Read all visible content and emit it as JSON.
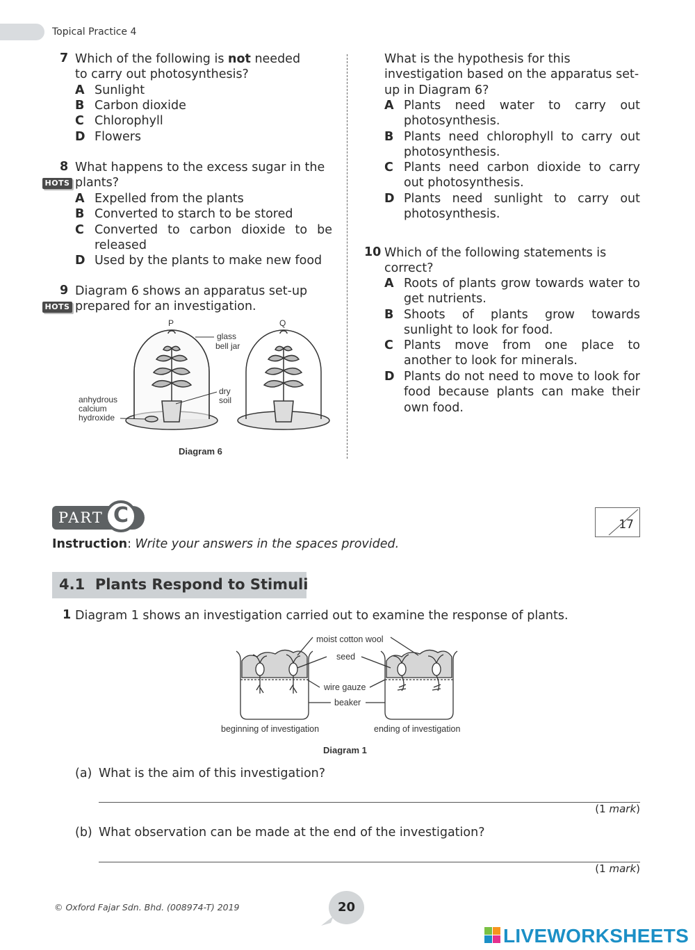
{
  "header": {
    "title": "Topical Practice 4"
  },
  "left_column": {
    "q7": {
      "number": "7",
      "text_before": "Which of the following is ",
      "text_bold": "not",
      "text_after": " needed to carry out photosynthesis?",
      "options": [
        {
          "letter": "A",
          "text": "Sunlight"
        },
        {
          "letter": "B",
          "text": "Carbon dioxide"
        },
        {
          "letter": "C",
          "text": "Chlorophyll"
        },
        {
          "letter": "D",
          "text": "Flowers"
        }
      ]
    },
    "q8": {
      "number": "8",
      "badge": "HOTS",
      "text": "What happens to the excess sugar in the plants?",
      "options": [
        {
          "letter": "A",
          "text": "Expelled from the plants"
        },
        {
          "letter": "B",
          "text": "Converted to starch to be stored"
        },
        {
          "letter": "C",
          "text": "Converted to carbon dioxide to be released"
        },
        {
          "letter": "D",
          "text": "Used by the plants to make new food"
        }
      ]
    },
    "q9": {
      "number": "9",
      "badge": "HOTS",
      "text": "Diagram 6 shows an apparatus set-up prepared for an investigation.",
      "diagram": {
        "label_p": "P",
        "label_q": "Q",
        "glass_bell_jar": [
          "glass",
          "bell jar"
        ],
        "dry_soil": [
          "dry",
          "soil"
        ],
        "anhydrous": [
          "anhydrous",
          "calcium",
          "hydroxide"
        ],
        "caption": "Diagram 6"
      }
    }
  },
  "right_column": {
    "q9_cont": {
      "text": "What is the hypothesis for this investigation based on the apparatus set-up in Diagram 6?",
      "options": [
        {
          "letter": "A",
          "text": "Plants need water to carry out photosynthesis."
        },
        {
          "letter": "B",
          "text": "Plants need chlorophyll to carry out photosynthesis."
        },
        {
          "letter": "C",
          "text": "Plants need carbon dioxide to carry out photosynthesis."
        },
        {
          "letter": "D",
          "text": "Plants need sunlight to carry out photosynthesis."
        }
      ]
    },
    "q10": {
      "number": "10",
      "text": "Which of the following statements is correct?",
      "options": [
        {
          "letter": "A",
          "text": "Roots of plants grow towards water to get nutrients."
        },
        {
          "letter": "B",
          "text": "Shoots of plants grow towards sunlight to look for food."
        },
        {
          "letter": "C",
          "text": "Plants move from one place to another to look for minerals."
        },
        {
          "letter": "D",
          "text": "Plants do not need to move to look for food because plants can make their own food."
        }
      ]
    }
  },
  "part_c": {
    "label": "PART",
    "letter": "C",
    "score": "17",
    "instruction_label": "Instruction",
    "instruction_text": "Write your answers in the spaces provided."
  },
  "section": {
    "title": "4.1  Plants Respond to Stimuli"
  },
  "q1": {
    "number": "1",
    "text": "Diagram 1 shows an investigation carried out to examine the response of plants.",
    "diagram": {
      "moist_cotton_wool": "moist cotton wool",
      "seed": "seed",
      "wire_gauze": "wire gauze",
      "beaker": "beaker",
      "beginning": "beginning of investigation",
      "ending": "ending of investigation",
      "caption": "Diagram 1"
    },
    "parts": [
      {
        "label": "(a)",
        "text": "What is the aim of this investigation?",
        "mark_prefix": "(1 ",
        "mark_italic": "mark",
        "mark_suffix": ")"
      },
      {
        "label": "(b)",
        "text": "What observation can be made at the end of the investigation?",
        "mark_prefix": "(1 ",
        "mark_italic": "mark",
        "mark_suffix": ")"
      }
    ]
  },
  "footer": {
    "copyright": "© Oxford Fajar Sdn. Bhd. (008974-T) 2019",
    "page": "20",
    "brand": "LIVEWORKSHEETS"
  }
}
